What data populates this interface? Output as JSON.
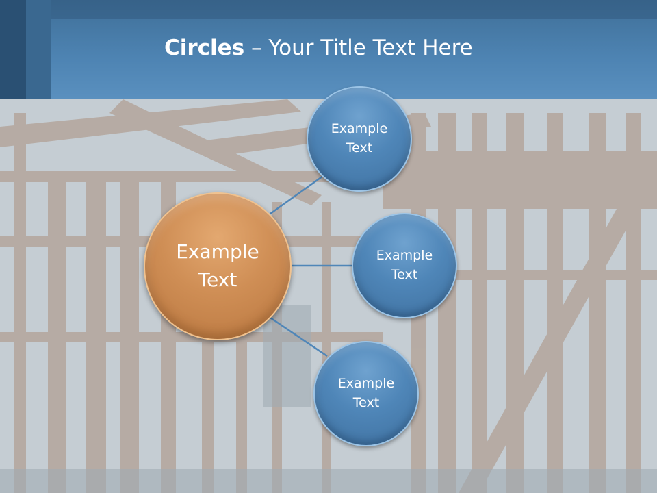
{
  "title": {
    "bold": "Circles",
    "rest": " – Your Title Text Here"
  },
  "diagram": {
    "center": {
      "label": "Example\nText"
    },
    "nodes": [
      {
        "label": "Example\nText"
      },
      {
        "label": "Example\nText"
      },
      {
        "label": "Example\nText"
      }
    ]
  },
  "colors": {
    "header": "#4e84b3",
    "node": "#4f86b8",
    "center": "#cf8e55",
    "connector": "#4f86b8"
  }
}
